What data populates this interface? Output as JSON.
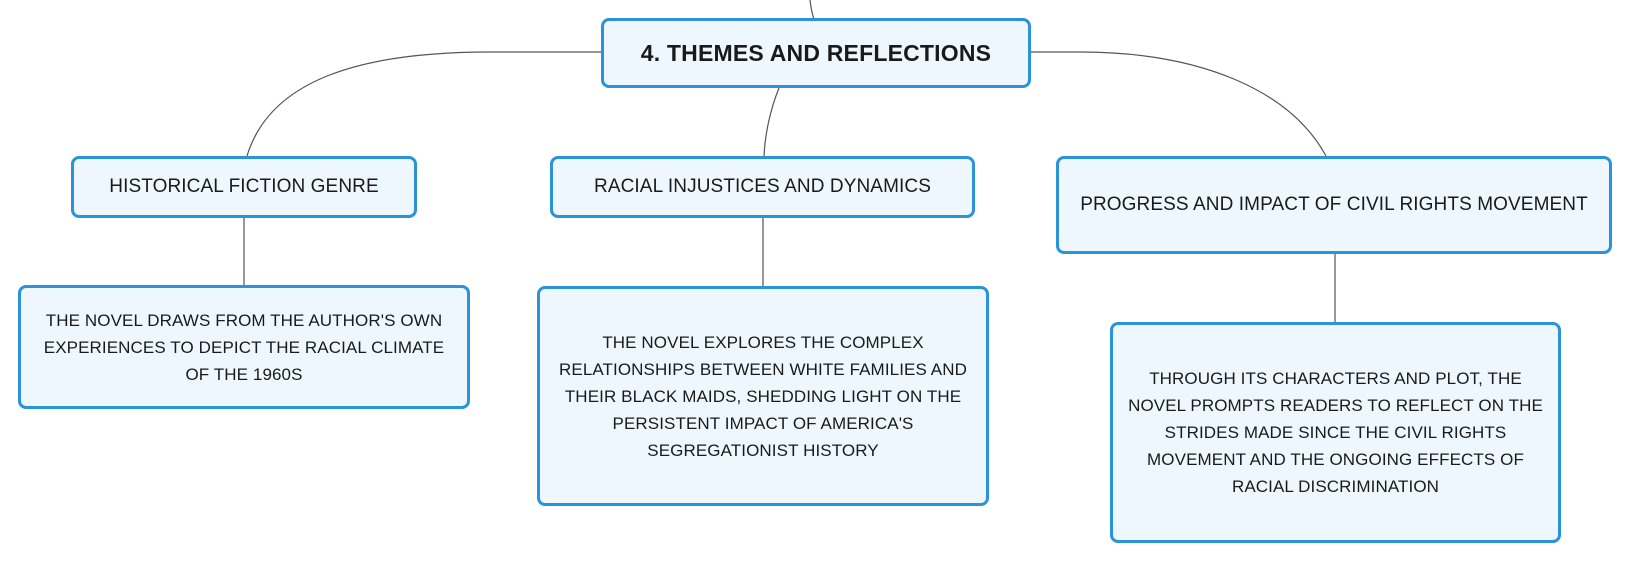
{
  "central": {
    "title": "4. THEMES AND REFLECTIONS"
  },
  "topics": {
    "historical": "HISTORICAL FICTION GENRE",
    "racial": "RACIAL INJUSTICES AND DYNAMICS",
    "progress": "PROGRESS AND IMPACT OF CIVIL RIGHTS MOVEMENT"
  },
  "details": {
    "historical": "THE NOVEL DRAWS FROM THE AUTHOR'S OWN EXPERIENCES TO DEPICT THE RACIAL CLIMATE OF THE 1960S",
    "racial": "THE NOVEL EXPLORES THE COMPLEX RELATIONSHIPS BETWEEN WHITE FAMILIES AND THEIR BLACK MAIDS, SHEDDING LIGHT ON THE PERSISTENT IMPACT OF AMERICA'S SEGREGATIONIST HISTORY",
    "progress": "THROUGH ITS CHARACTERS AND PLOT, THE NOVEL PROMPTS READERS TO REFLECT ON THE STRIDES MADE SINCE THE CIVIL RIGHTS MOVEMENT AND THE ONGOING EFFECTS OF RACIAL DISCRIMINATION"
  },
  "colors": {
    "node_border": "#2b93d9",
    "node_fill": "#eef7fd",
    "connector": "#555555"
  }
}
